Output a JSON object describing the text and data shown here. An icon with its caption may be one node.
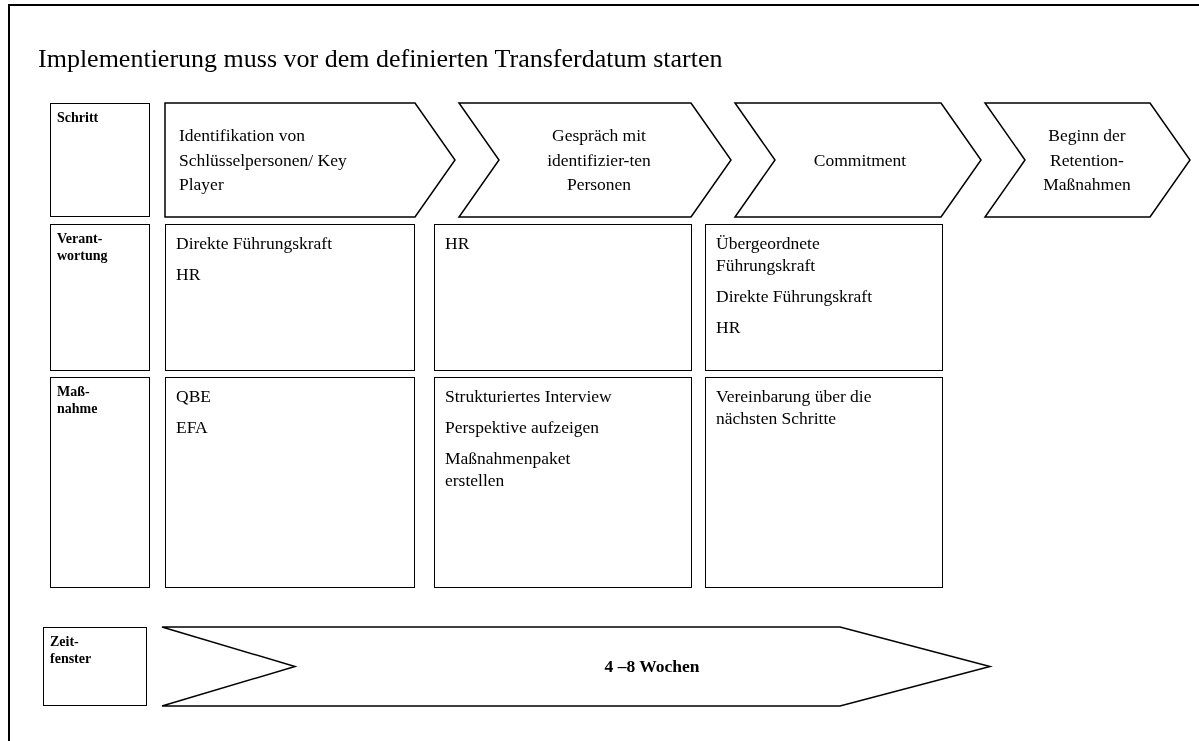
{
  "diagram": {
    "title": "Implementierung muss vor dem definierten Transferdatum starten",
    "nodes": [
      {
        "text": [
          "Schritt"
        ]
      },
      {
        "text": [
          "Identifikation von Schlüsselpersonen/ Key Player"
        ]
      },
      {
        "text": [
          "Gespräch mit identifizier-ten Personen"
        ]
      },
      {
        "text": [
          "Commitment"
        ]
      },
      {
        "text": [
          "Beginn der Retention-Maßnahmen"
        ]
      },
      {
        "text": [
          "Verant-wortung"
        ]
      },
      {
        "text": [
          "Direkte Führungskraft",
          "HR"
        ]
      },
      {
        "text": [
          "HR"
        ]
      },
      {
        "text": [
          "Übergeordnete Führungskraft",
          "Direkte Führungskraft",
          "HR"
        ]
      },
      {
        "text": [
          "Maß-nahme"
        ]
      },
      {
        "text": [
          "QBE",
          "EFA"
        ]
      },
      {
        "text": [
          "Strukturiertes Interview",
          "Perspektive aufzeigen",
          "Maßnahmenpaket erstellen"
        ]
      },
      {
        "text": [
          "Vereinbarung über die nächsten Schritte"
        ]
      },
      {
        "text": [
          "Zeit-fenster"
        ]
      },
      {
        "text": [
          "4 –8 Wochen"
        ]
      }
    ],
    "edges": []
  }
}
